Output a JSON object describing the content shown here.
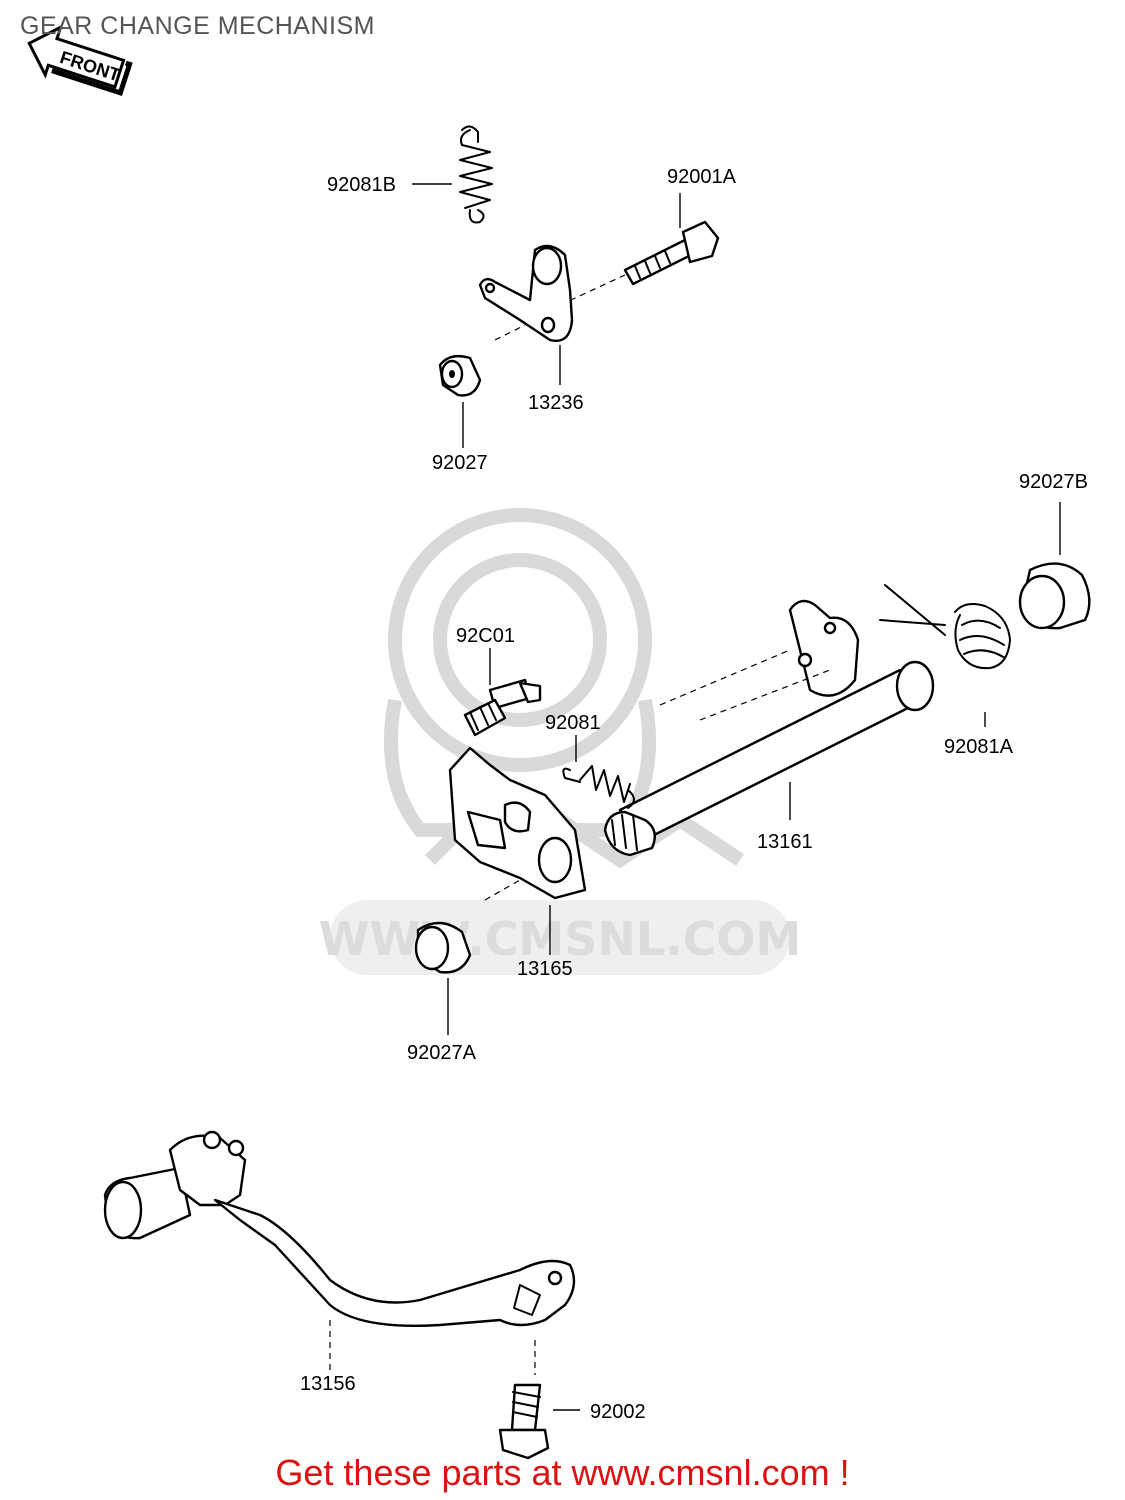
{
  "title": "GEAR CHANGE MECHANISM",
  "front_label": "FRONT",
  "watermark": "WWW.CMSNL.COM",
  "footer": "Get these parts at www.cmsnl.com !",
  "colors": {
    "footer": "#dd1111",
    "title": "#555555",
    "watermark": "#d9d9d9"
  },
  "parts": [
    {
      "id": "92081B"
    },
    {
      "id": "92001A"
    },
    {
      "id": "13236"
    },
    {
      "id": "92027"
    },
    {
      "id": "92027B"
    },
    {
      "id": "92C01"
    },
    {
      "id": "92081"
    },
    {
      "id": "92081A"
    },
    {
      "id": "13161"
    },
    {
      "id": "13165"
    },
    {
      "id": "92027A"
    },
    {
      "id": "13156"
    },
    {
      "id": "92002"
    }
  ]
}
